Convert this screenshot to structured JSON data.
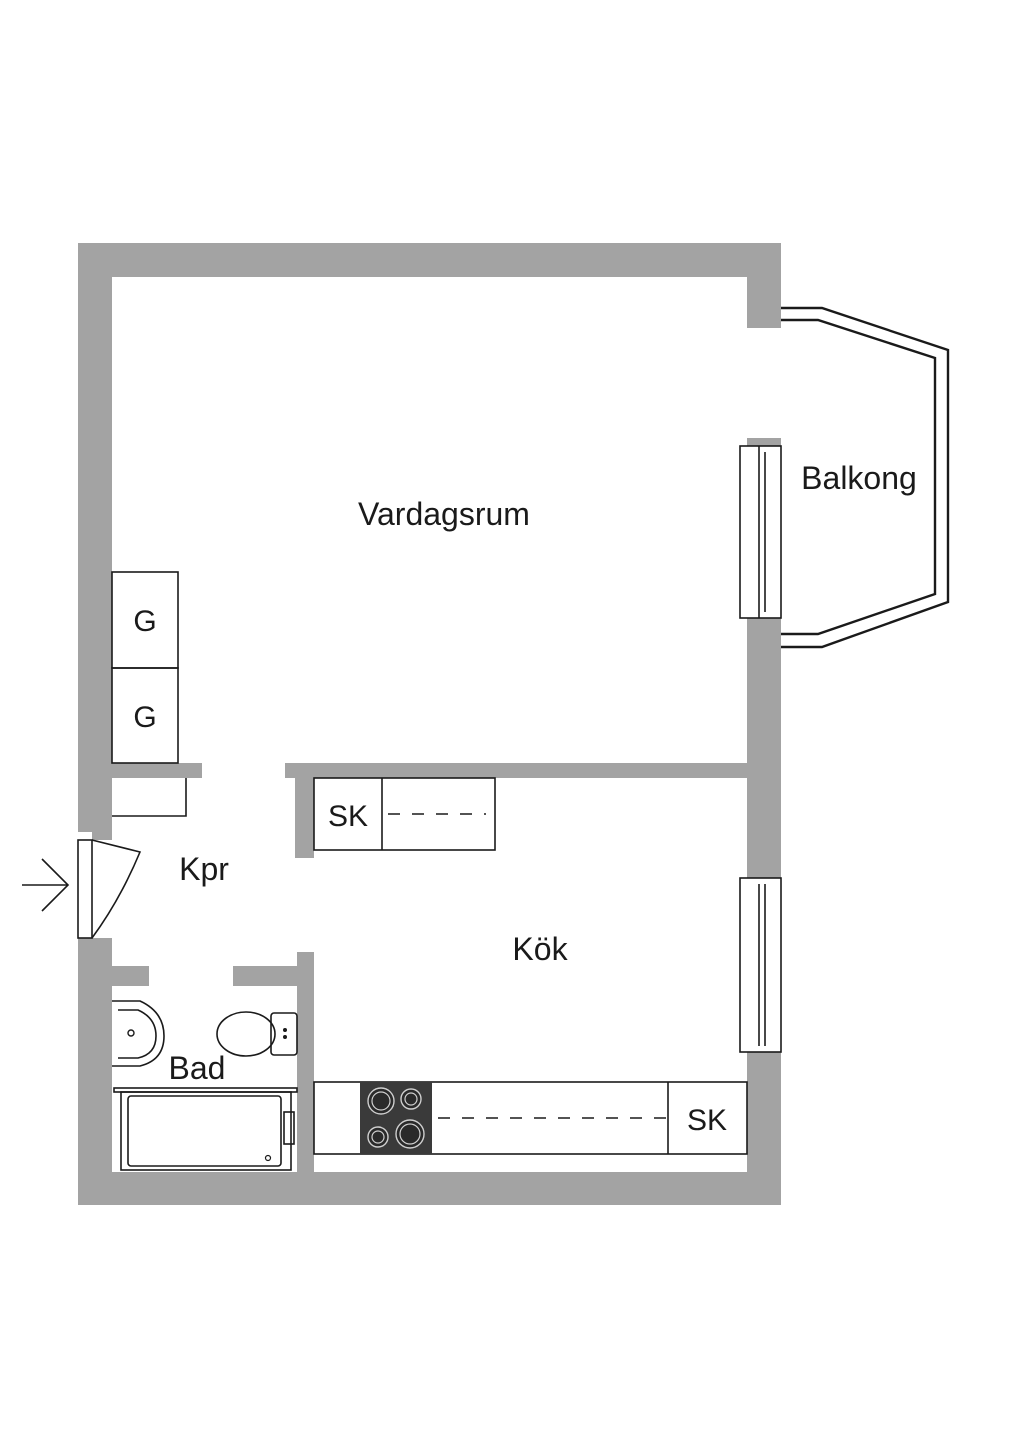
{
  "rooms": {
    "vardagsrum": "Vardagsrum",
    "balkong": "Balkong",
    "kpr": "Kpr",
    "kok": "Kök",
    "bad": "Bad"
  },
  "fixtures": {
    "wardrobe_upper": "G",
    "wardrobe_lower": "G",
    "cabinet_upper": "SK",
    "cabinet_lower": "SK"
  },
  "icons": {
    "entrance": "entrance-arrow-icon",
    "stove": "stove-icon",
    "toilet": "toilet-icon",
    "sink": "sink-icon",
    "bathtub": "bathtub-icon"
  },
  "colors": {
    "wall": "#a3a3a3",
    "line": "#1a1a1a",
    "stove": "#3a3a3a",
    "background": "#ffffff"
  }
}
